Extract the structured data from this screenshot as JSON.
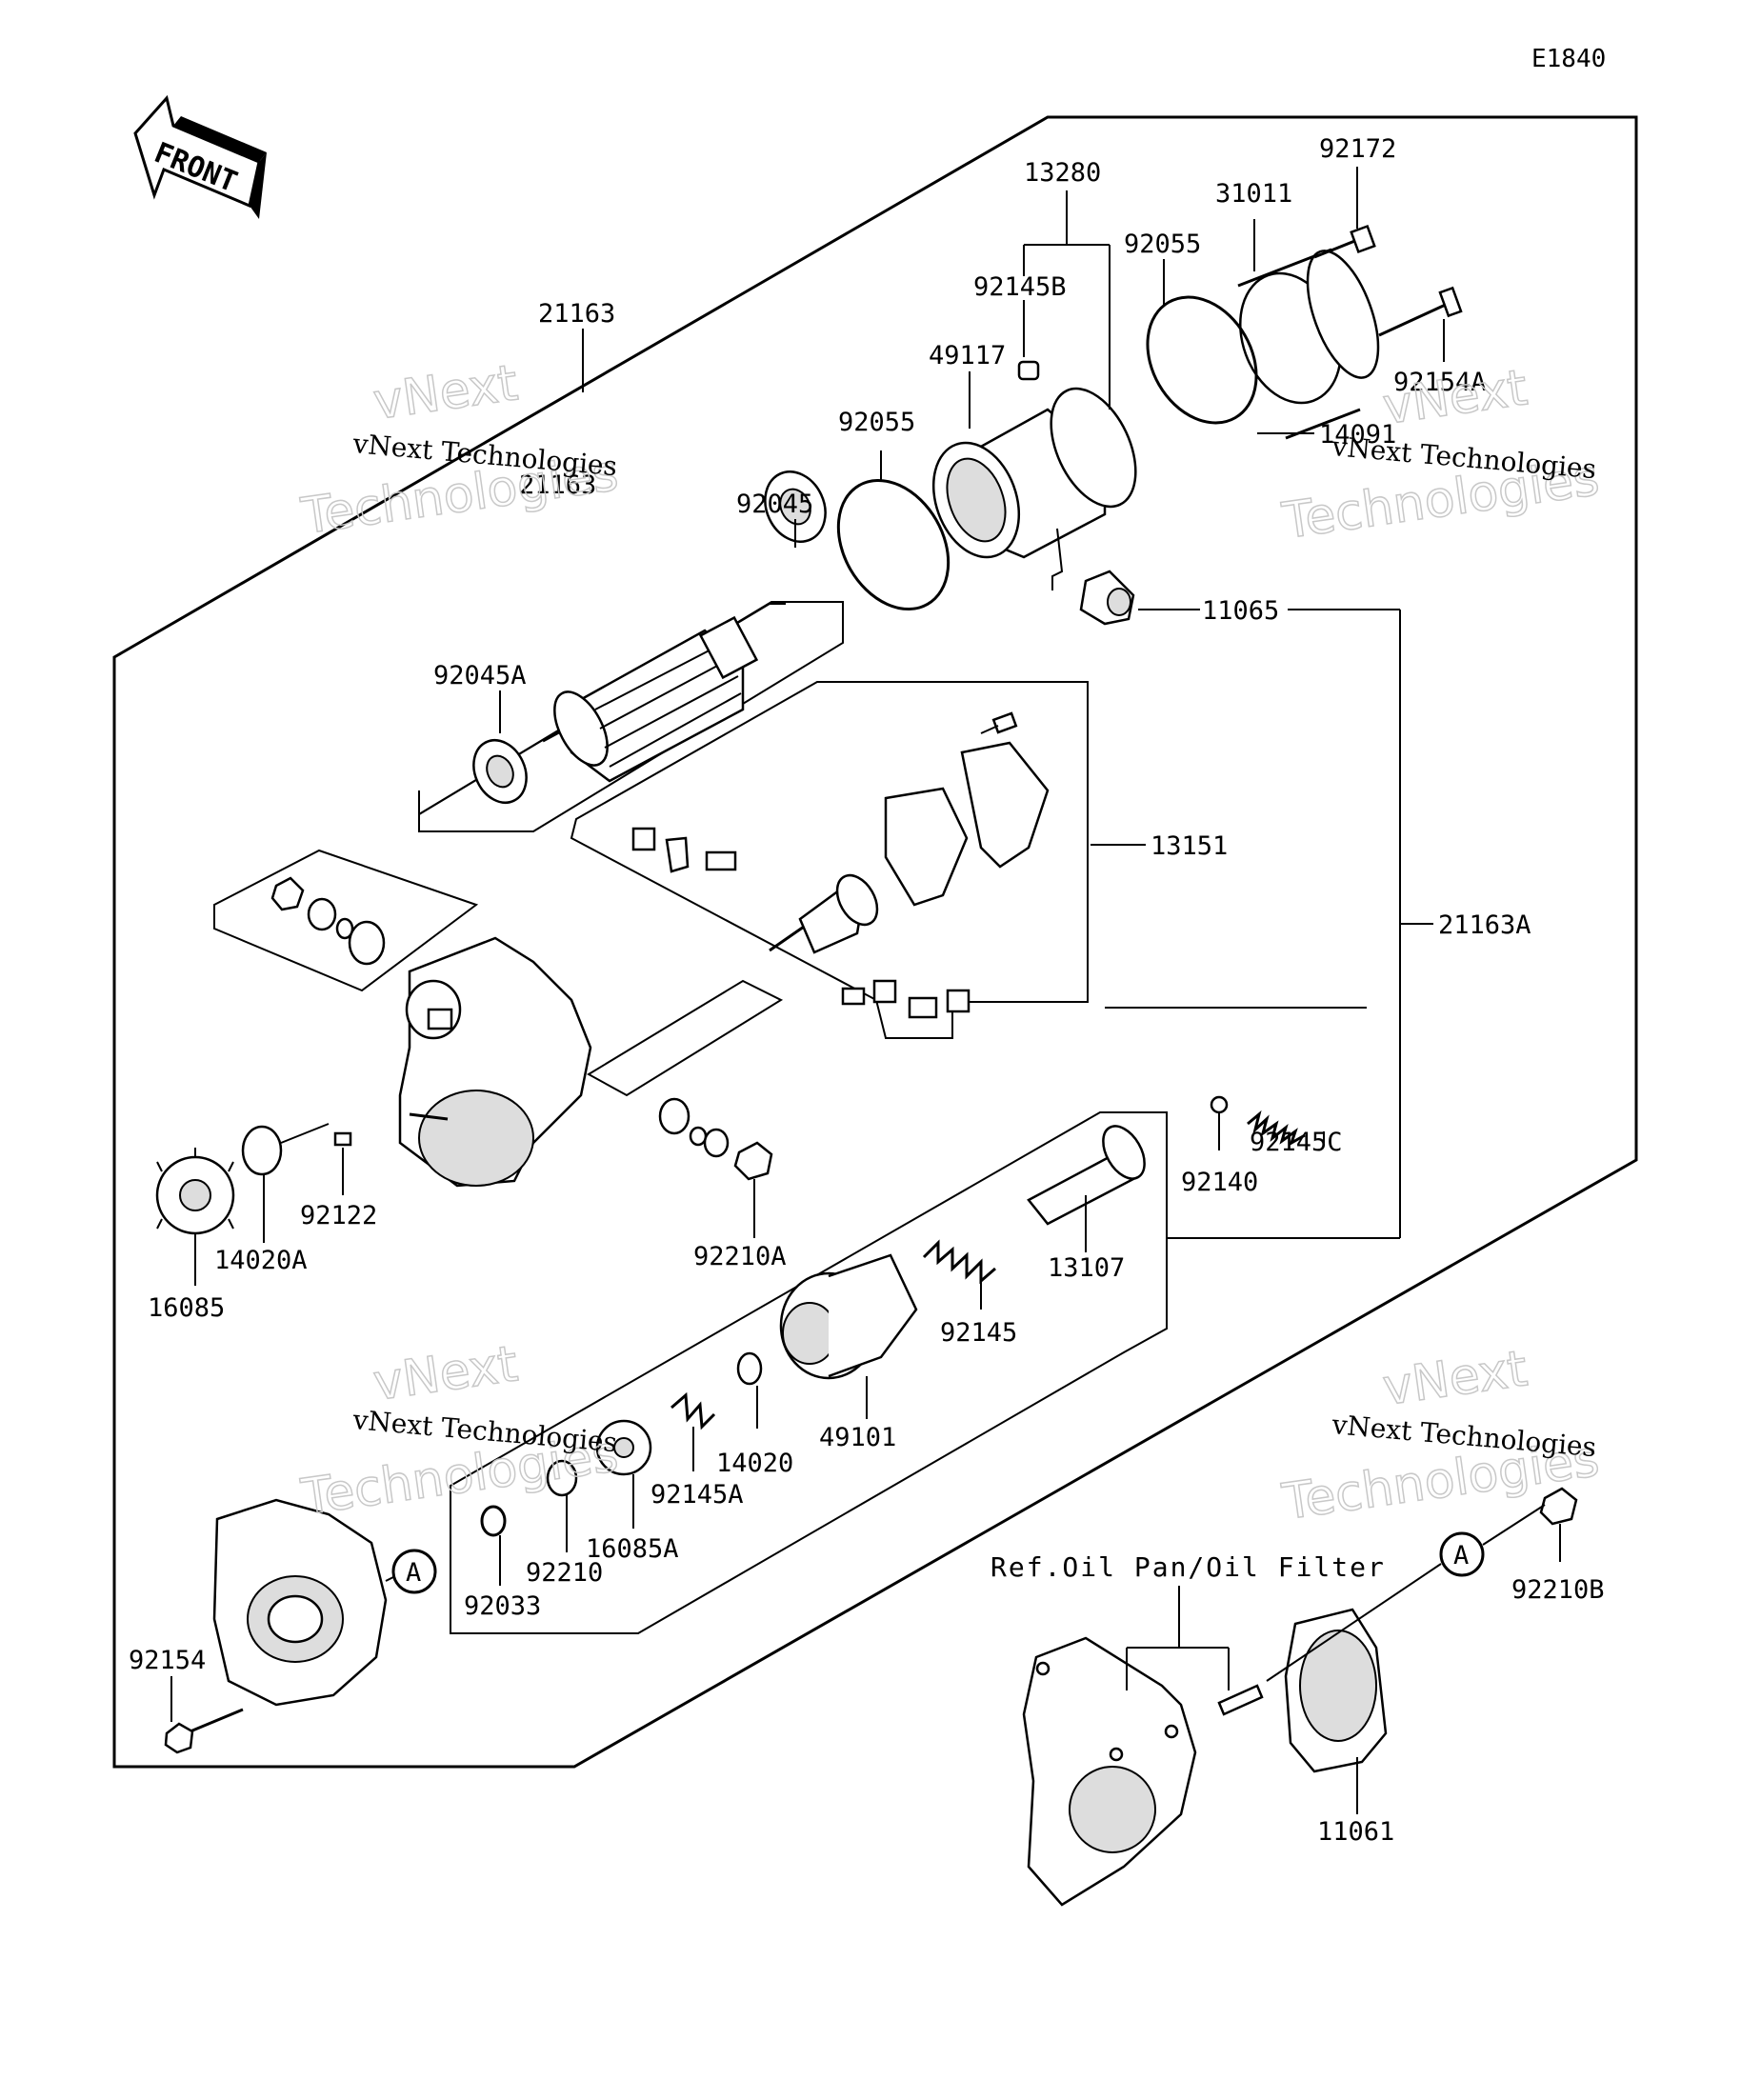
{
  "diagram_code": "E1840",
  "front_label": "FRONT",
  "ref_note": "Ref.Oil Pan/Oil Filter",
  "callout_letter": "A",
  "watermark": {
    "line1": "vNext Technologies",
    "line2": "vNext",
    "line3": "Technologies"
  },
  "parts": [
    "21163",
    "13280",
    "92172",
    "31011",
    "92145B",
    "92055",
    "49117",
    "92055",
    "92154A",
    "14091",
    "92045",
    "21163",
    "92045A",
    "11065",
    "13151",
    "21163A",
    "92145C",
    "92140",
    "92122",
    "14020A",
    "16085",
    "92210A",
    "13107",
    "92145",
    "49101",
    "14020",
    "92145A",
    "16085A",
    "92210",
    "92033",
    "92154",
    "92210B",
    "11061"
  ]
}
